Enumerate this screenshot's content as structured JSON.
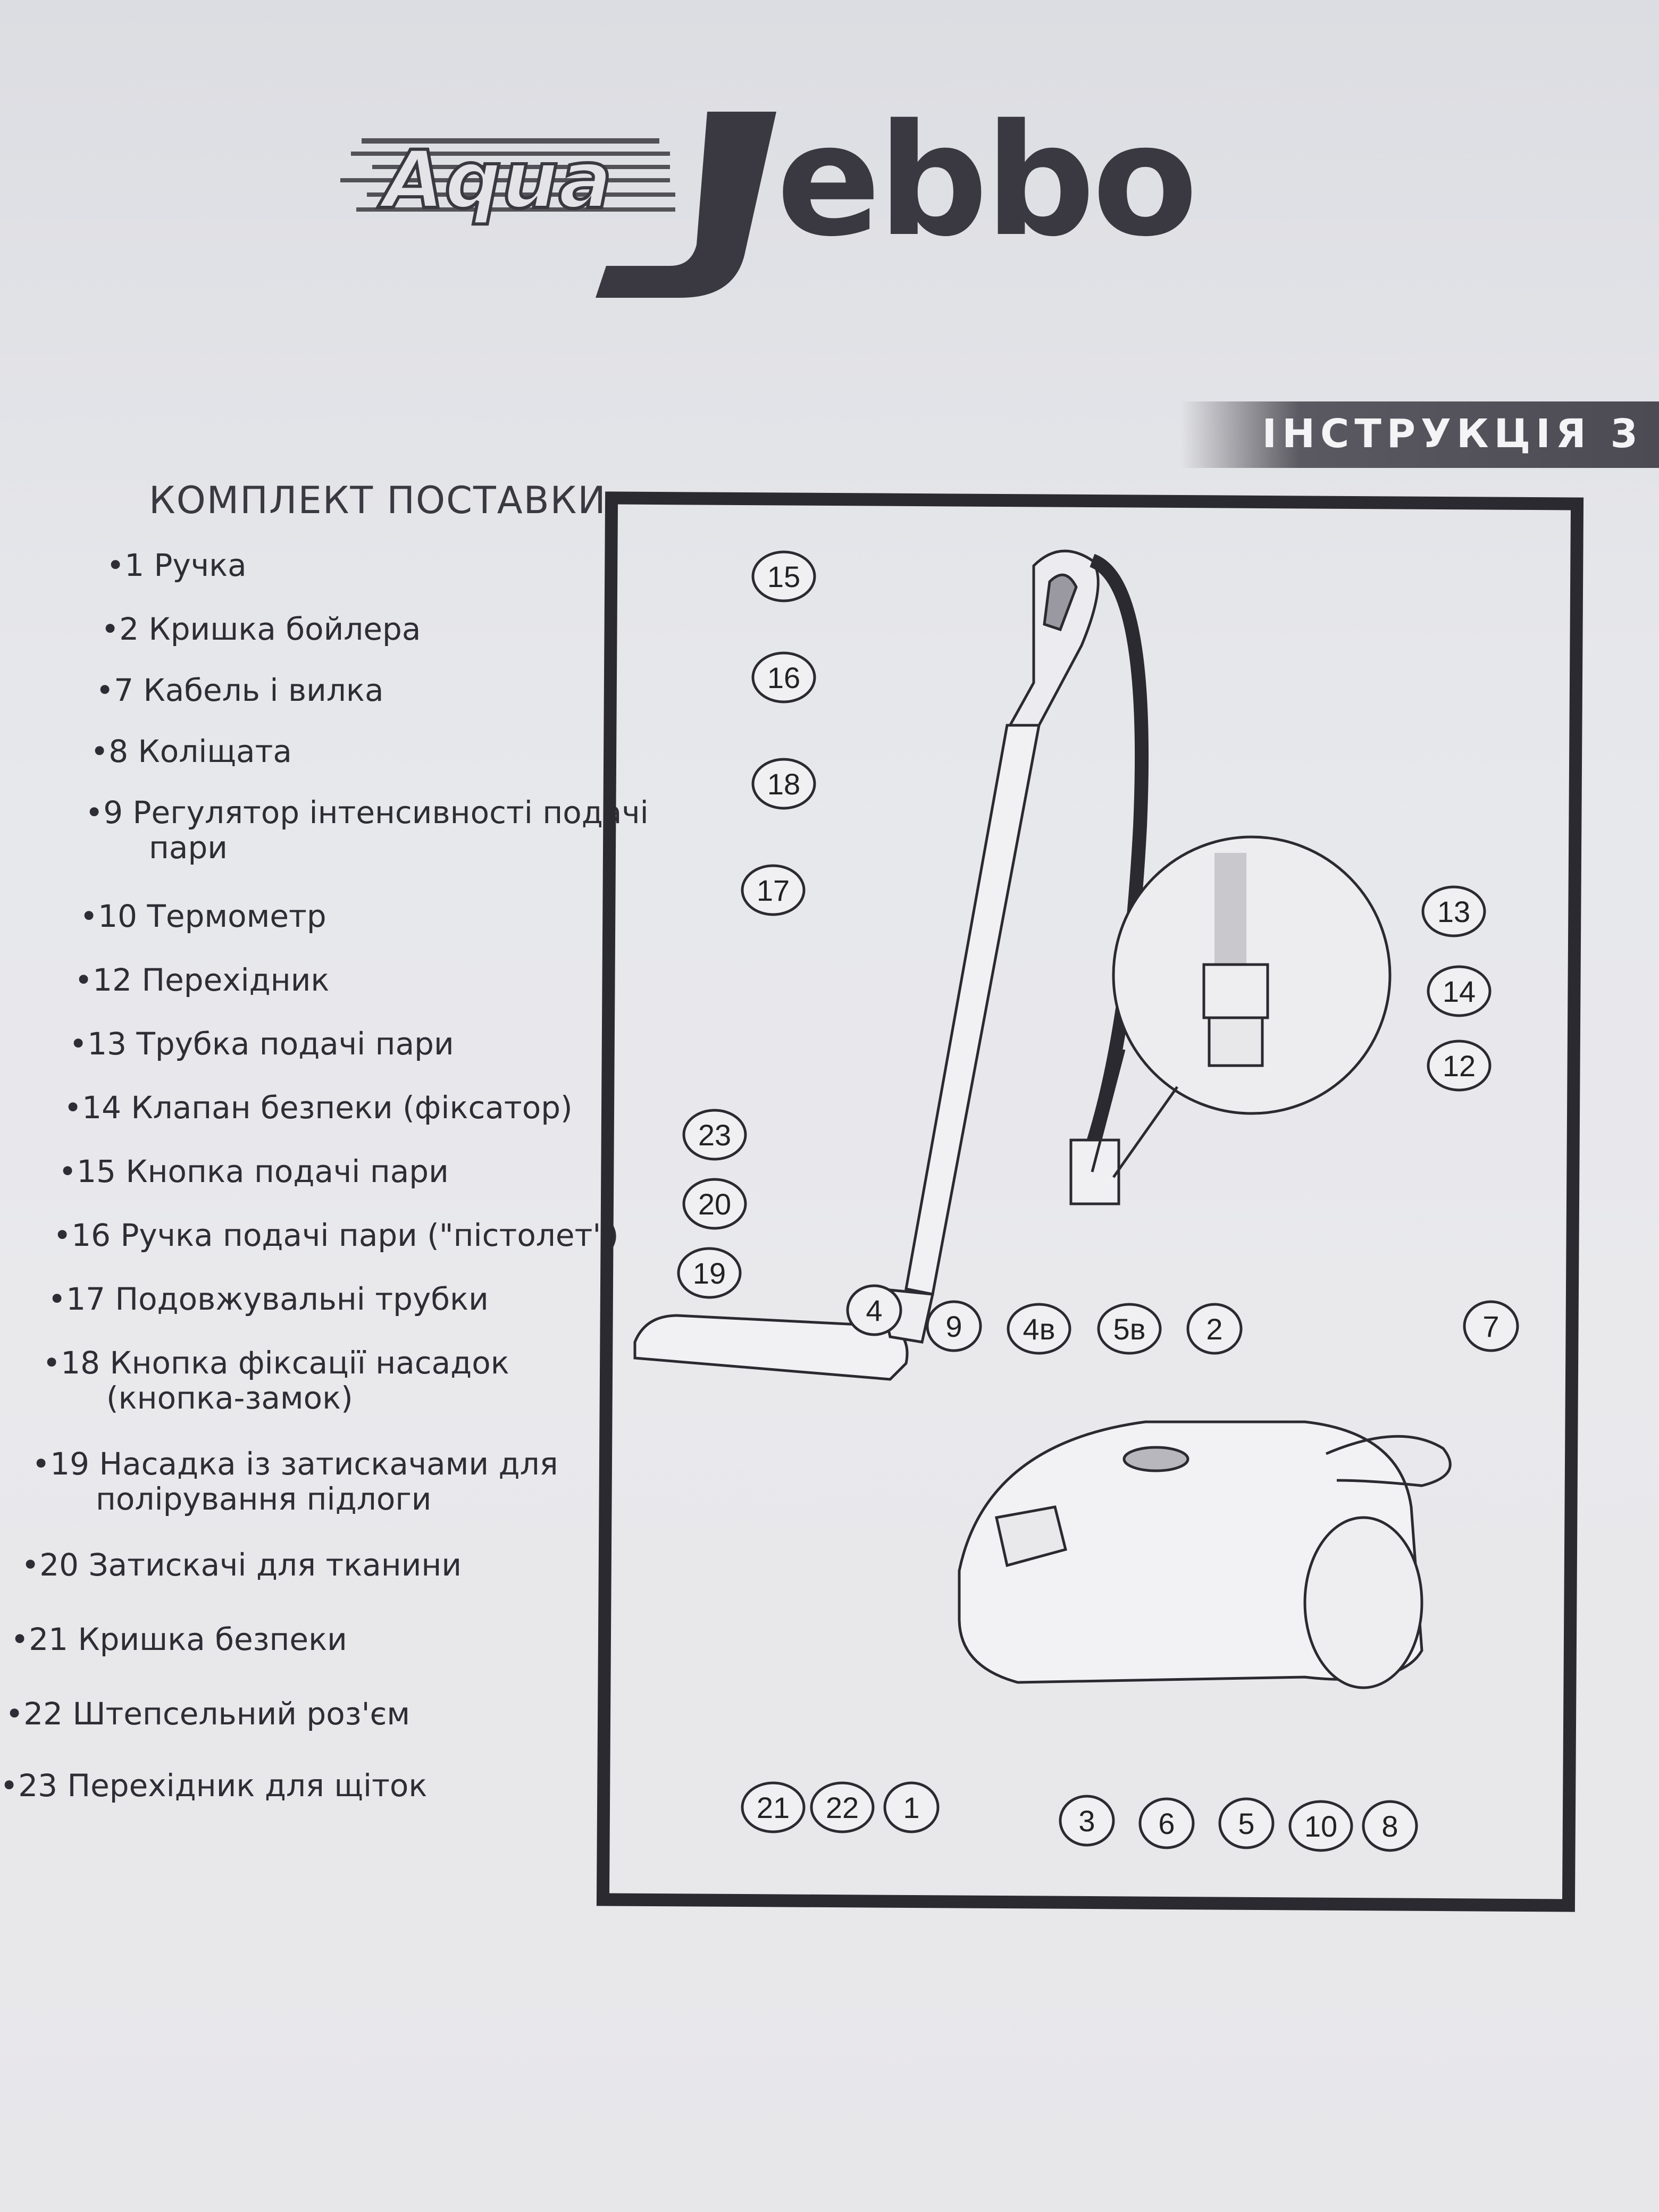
{
  "brand": {
    "logo_prefix": "Aqua",
    "logo_main": "Jebbo"
  },
  "banner": {
    "text": "ІНСТРУКЦІЯ 3"
  },
  "kit": {
    "title": "КОМПЛЕКТ ПОСТАВКИ:",
    "items": [
      {
        "lines": [
          "•1  Ручка"
        ]
      },
      {
        "lines": [
          "•2  Кришка бойлера"
        ]
      },
      {
        "lines": [
          "•7  Кабель і вилка"
        ]
      },
      {
        "lines": [
          "•8  Коліщата"
        ]
      },
      {
        "lines": [
          "•9  Регулятор інтенсивності подачі",
          "пари"
        ]
      },
      {
        "lines": [
          "•10 Термометр"
        ]
      },
      {
        "lines": [
          "•12 Перехідник"
        ]
      },
      {
        "lines": [
          "•13 Трубка подачі пари"
        ]
      },
      {
        "lines": [
          "•14 Клапан безпеки (фіксатор)"
        ]
      },
      {
        "lines": [
          "•15 Кнопка подачі пари"
        ]
      },
      {
        "lines": [
          "•16 Ручка подачі пари (\"пістолет\")"
        ]
      },
      {
        "lines": [
          "•17 Подовжувальні трубки"
        ]
      },
      {
        "lines": [
          "•18 Кнопка фіксації насадок",
          "(кнопка-замок)"
        ]
      },
      {
        "lines": [
          "•19 Насадка із затискачами для",
          "полірування підлоги"
        ]
      },
      {
        "lines": [
          "•20 Затискачі для тканини"
        ]
      },
      {
        "lines": [
          "•21 Кришка безпеки"
        ]
      },
      {
        "lines": [
          "•22 Штепсельний роз'єм"
        ]
      },
      {
        "lines": [
          "•23 Перехідник для щіток"
        ]
      }
    ]
  },
  "diagram": {
    "callouts": [
      "15",
      "16",
      "18",
      "17",
      "23",
      "20",
      "19",
      "13",
      "14",
      "12",
      "4",
      "9",
      "4в",
      "5в",
      "2",
      "7",
      "21",
      "22",
      "1",
      "3",
      "6",
      "5",
      "10",
      "8"
    ]
  },
  "colors": {
    "ink": "#2b2a30",
    "paper": "#e6e7eb",
    "banner": "#4c4a52"
  }
}
